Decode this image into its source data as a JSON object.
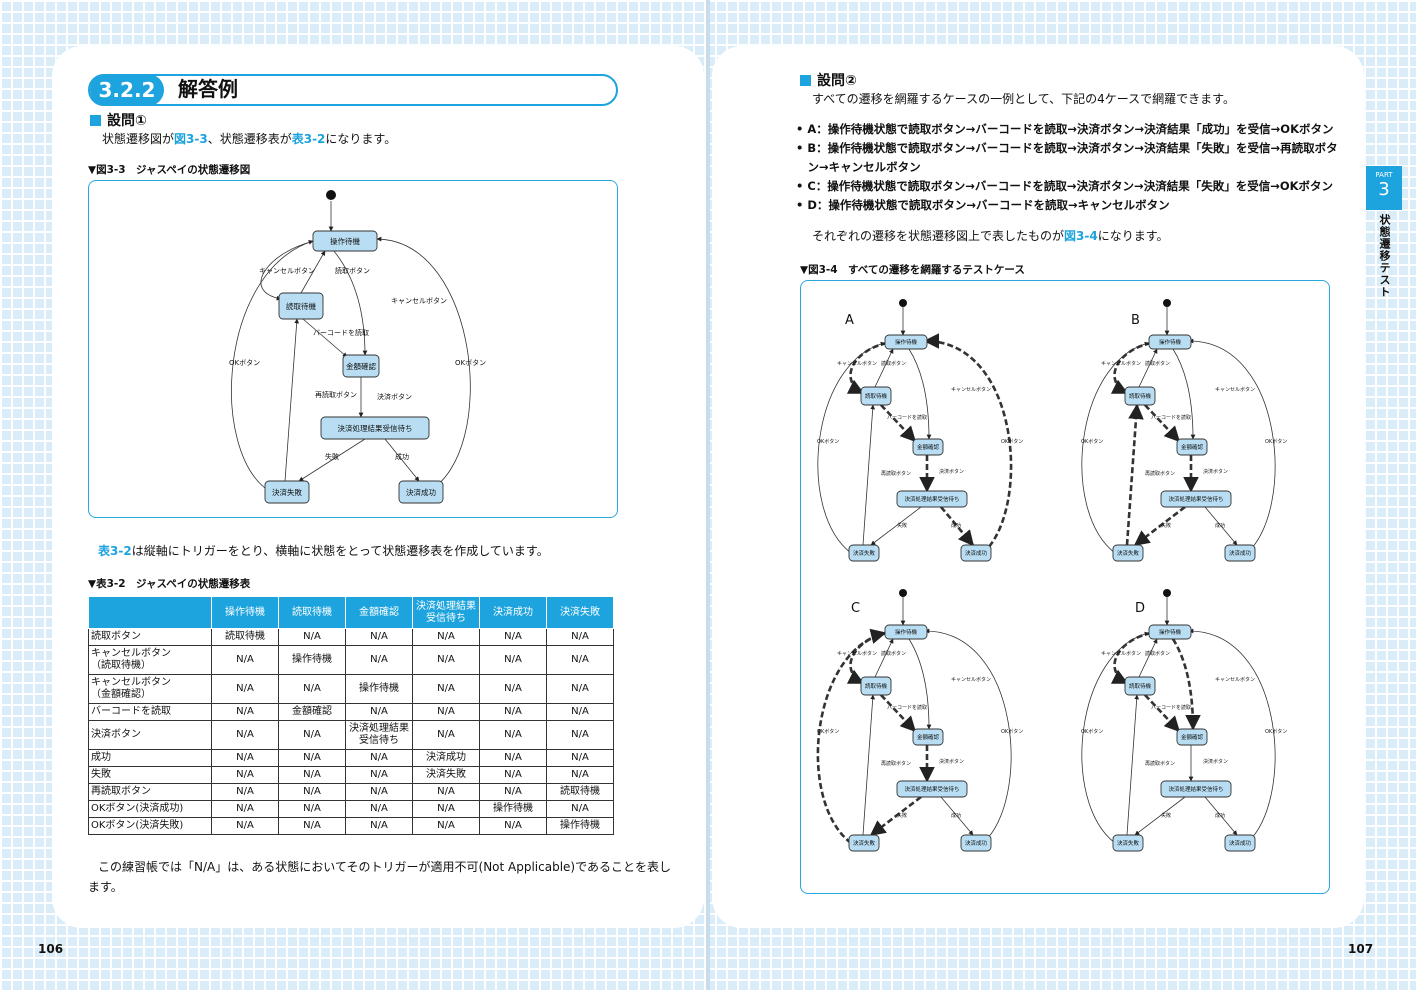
{
  "left": {
    "section_number": "3.2.2",
    "section_title": "解答例",
    "q1_label": "設問①",
    "intro": {
      "a": "状態遷移図が",
      "ref1": "図3-3",
      "b": "、状態遷移表が",
      "ref2": "表3-2",
      "c": "になります。"
    },
    "fig_caption": "▼図3-3　ジャスペイの状態遷移図",
    "table_intro": {
      "ref": "表3-2",
      "text": "は縦軸にトリガーをとり、横軸に状態をとって状態遷移表を作成しています。"
    },
    "table_caption": "▼表3-2　ジャスペイの状態遷移表",
    "table": {
      "headers": [
        "操作待機",
        "読取待機",
        "金額確認",
        "決済処理結果\n受信待ち",
        "決済成功",
        "決済失敗"
      ],
      "rows": [
        [
          "読取ボタン",
          "読取待機",
          "N/A",
          "N/A",
          "N/A",
          "N/A",
          "N/A"
        ],
        [
          "キャンセルボタン\n（読取待機）",
          "N/A",
          "操作待機",
          "N/A",
          "N/A",
          "N/A",
          "N/A"
        ],
        [
          "キャンセルボタン\n（金額確認）",
          "N/A",
          "N/A",
          "操作待機",
          "N/A",
          "N/A",
          "N/A"
        ],
        [
          "バーコードを読取",
          "N/A",
          "金額確認",
          "N/A",
          "N/A",
          "N/A",
          "N/A"
        ],
        [
          "決済ボタン",
          "N/A",
          "N/A",
          "決済処理結果\n受信待ち",
          "N/A",
          "N/A",
          "N/A"
        ],
        [
          "成功",
          "N/A",
          "N/A",
          "N/A",
          "決済成功",
          "N/A",
          "N/A"
        ],
        [
          "失敗",
          "N/A",
          "N/A",
          "N/A",
          "決済失敗",
          "N/A",
          "N/A"
        ],
        [
          "再読取ボタン",
          "N/A",
          "N/A",
          "N/A",
          "N/A",
          "N/A",
          "読取待機"
        ],
        [
          "OKボタン(決済成功)",
          "N/A",
          "N/A",
          "N/A",
          "N/A",
          "操作待機",
          "N/A"
        ],
        [
          "OKボタン(決済失敗)",
          "N/A",
          "N/A",
          "N/A",
          "N/A",
          "N/A",
          "操作待機"
        ]
      ]
    },
    "note_line1": "この練習帳では「N/A」は、ある状態においてそのトリガーが適用不可(Not Applicable)であることを表し",
    "note_line2": "ます。",
    "page_number": "106"
  },
  "right": {
    "q2_label": "設問②",
    "intro": "すべての遷移を網羅するケースの一例として、下記の4ケースで網羅できます。",
    "bullets": [
      "• A：操作待機状態で読取ボタン→バーコードを読取→決済ボタン→決済結果「成功」を受信→OKボタン",
      "• B：操作待機状態で読取ボタン→バーコードを読取→決済ボタン→決済結果「失敗」を受信→再読取ボタ",
      "　ン→キャンセルボタン",
      "• C：操作待機状態で読取ボタン→バーコードを読取→決済ボタン→決済結果「失敗」を受信→OKボタン",
      "• D：操作待機状態で読取ボタン→バーコードを読取→キャンセルボタン"
    ],
    "summary": {
      "a": "それぞれの遷移を状態遷移図上で表したものが",
      "ref": "図3-4",
      "b": "になります。"
    },
    "fig_caption": "▼図3-4　すべての遷移を網羅するテストケース",
    "case_labels": [
      "A",
      "B",
      "C",
      "D"
    ],
    "page_number": "107",
    "tab_part": "PART",
    "tab_num": "3",
    "tab_title": "状態遷移テスト"
  },
  "diagram": {
    "states": [
      "操作待機",
      "読取待機",
      "金額確認",
      "決済処理結果受信待ち",
      "決済失敗",
      "決済成功"
    ],
    "events": [
      "キャンセルボタン",
      "読取ボタン",
      "キャンセルボタン",
      "バーコードを読取",
      "決済ボタン",
      "再読取ボタン",
      "失敗",
      "成功",
      "OKボタン",
      "OKボタン"
    ]
  }
}
